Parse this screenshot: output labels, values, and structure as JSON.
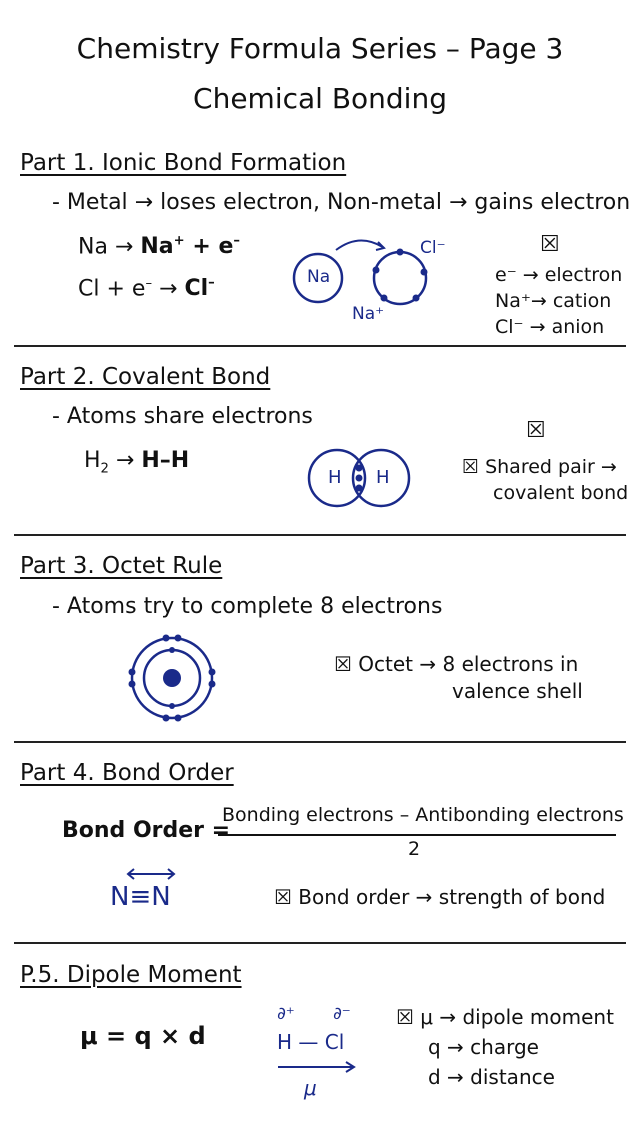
{
  "title": {
    "line1": "Chemistry Formula Series – Page 3",
    "line2": "Chemical Bonding"
  },
  "part1": {
    "heading": "Part 1. Ionic Bond Formation",
    "bullet": "- Metal → loses electron, Non-metal → gains electron",
    "eq1_left": "Na → ",
    "eq1_product": "Na",
    "eq1_sup": "+",
    "eq1_rest": " + e",
    "eq1_sup2": "–",
    "eq2_left": "Cl + e",
    "eq2_sup": "–",
    "eq2_mid": " → ",
    "eq2_product": "Cl",
    "eq2_sup2": "–",
    "diagram": {
      "na_label": "Na",
      "cl_label": "Cl⁻",
      "na_plus_label": "Na⁺"
    },
    "box": "☒",
    "notes": [
      "e⁻ → electron",
      "Na⁺→ cation",
      "Cl⁻ → anion"
    ]
  },
  "part2": {
    "heading": "Part 2. Covalent Bond",
    "bullet": "- Atoms share electrons",
    "eq_left": "H",
    "eq_sub": "2",
    "eq_arrow": " → ",
    "eq_right": "H–H",
    "diagram": {
      "left_label": "H",
      "right_label": "H"
    },
    "box": "☒",
    "notes": [
      "☒ Shared pair →",
      "covalent bond"
    ]
  },
  "part3": {
    "heading": "Part 3. Octet Rule",
    "bullet": "- Atoms try to complete 8 electrons",
    "notes": [
      "☒ Octet → 8 electrons in",
      "valence shell"
    ]
  },
  "part4": {
    "heading": "Part 4. Bond Order",
    "label": "Bond Order =",
    "numerator": "Bonding electrons – Antibonding electrons",
    "denominator": "2",
    "triple_bond": "N≡N",
    "note": "☒ Bond order → strength of bond"
  },
  "part5": {
    "heading": "P.5. Dipole Moment",
    "formula": "μ = q × d",
    "delta_plus": "∂⁺",
    "delta_minus": "∂⁻",
    "molecule": "H — Cl",
    "mu_label": "μ",
    "notes": [
      "☒ μ → dipole moment",
      "q → charge",
      "d → distance"
    ]
  },
  "colors": {
    "ink": "#111111",
    "diagram_blue": "#1a2a8a"
  }
}
